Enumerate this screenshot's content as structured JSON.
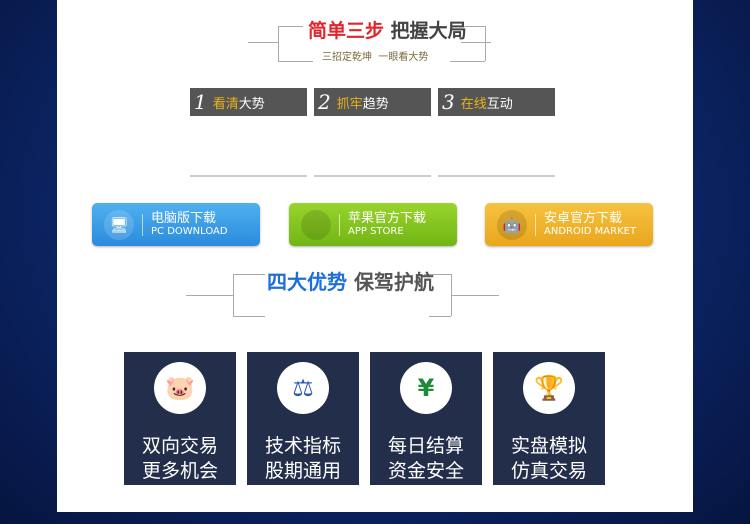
{
  "header": {
    "title_red": "简单三步",
    "title_gray": "把握大局",
    "subtitle": "三招定乾坤  一眼看大势"
  },
  "steps": [
    {
      "num": "1",
      "highlight": "看清",
      "rest": "大势"
    },
    {
      "num": "2",
      "highlight": "抓牢",
      "rest": "趋势"
    },
    {
      "num": "3",
      "highlight": "在线",
      "rest": "互动"
    }
  ],
  "downloads": [
    {
      "cn": "电脑版下载",
      "en": "PC DOWNLOAD",
      "icon": "monitor-download-icon",
      "color": "#3a9de6"
    },
    {
      "cn": "苹果官方下载",
      "en": "APP STORE",
      "icon": "apple-icon",
      "color": "#86c620"
    },
    {
      "cn": "安卓官方下载",
      "en": "ANDROID MARKET",
      "icon": "android-icon",
      "color": "#f0b52a"
    }
  ],
  "section2": {
    "title_blue": "四大优势",
    "title_gray": "保驾护航"
  },
  "features": [
    {
      "line1": "双向交易",
      "line2": "更多机会",
      "icon": "piggy-bank-icon"
    },
    {
      "line1": "技术指标",
      "line2": "股期通用",
      "icon": "gavel-icon"
    },
    {
      "line1": "每日结算",
      "line2": "资金安全",
      "icon": "shield-yen-icon"
    },
    {
      "line1": "实盘模拟",
      "line2": "仿真交易",
      "icon": "trophy-icon"
    }
  ]
}
